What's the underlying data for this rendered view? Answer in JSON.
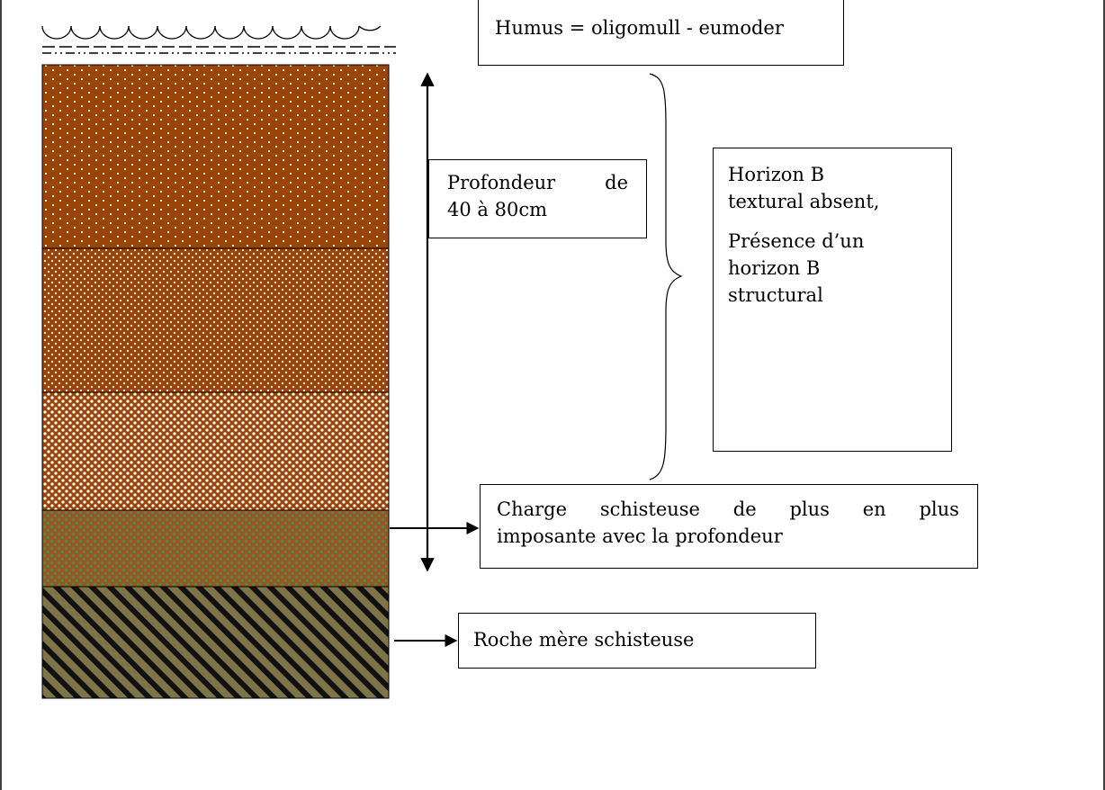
{
  "labels": {
    "humus": "Humus = oligomull - eumoder",
    "depth_line1": [
      "Profondeur",
      "de"
    ],
    "depth_line2": "40 à 80cm",
    "horizon_para1_line1": "Horizon B",
    "horizon_para1_line2": "textural absent,",
    "horizon_para2_line1": "Présence d’un",
    "horizon_para2_line2": "horizon B",
    "horizon_para2_line3": "structural",
    "charge_line1": [
      "Charge",
      "schisteuse",
      "de",
      "plus",
      "en",
      "plus"
    ],
    "charge_line2": "imposante avec la profondeur",
    "roche": "Roche mère schisteuse"
  },
  "layers": [
    {
      "id": "layer-1",
      "pattern": "fine-white-dots",
      "color": "#9a4407"
    },
    {
      "id": "layer-2",
      "pattern": "dense-white-dots",
      "color": "#9a4407"
    },
    {
      "id": "layer-3",
      "pattern": "white-dots-large",
      "color": "#9a4407"
    },
    {
      "id": "layer-4",
      "pattern": "speckled-green-brown",
      "color": "#8b6a3a"
    },
    {
      "id": "layer-5",
      "pattern": "diagonal-hatch",
      "color": "#7a6a40"
    }
  ],
  "colors": {
    "soil_brown": "#9a4407",
    "speckle_green": "#6e7a3a",
    "bedrock_olive": "#7d7447",
    "line": "#000000"
  }
}
